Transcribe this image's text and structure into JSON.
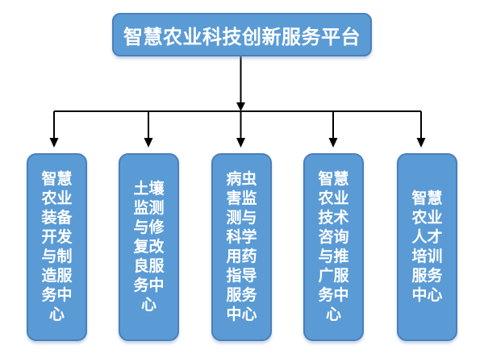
{
  "diagram": {
    "type": "org-chart",
    "root": {
      "label": "智慧农业科技创新服务平台"
    },
    "branches": [
      {
        "label": "智慧\n农业\n装备\n开发\n与制\n造服\n务中\n心",
        "text": "智慧农业装备开发与制造服务中心"
      },
      {
        "label": "土壤\n监测\n与修\n复改\n良服\n务中\n心",
        "text": "土壤监测与修复改良服务中心"
      },
      {
        "label": "病虫\n害监\n测与\n科学\n用药\n指导\n服务\n中心",
        "text": "病虫害监测与科学用药指导服务中心"
      },
      {
        "label": "智慧\n农业\n技术\n咨询\n与推\n广服\n务中\n心",
        "text": "智慧农业技术咨询与推广服务中心"
      },
      {
        "label": "智慧\n农业\n人才\n培训\n服务\n中心",
        "text": "智慧农业人才培训服务中心"
      }
    ],
    "colors": {
      "node_fill": "#5b9bd5",
      "node_border": "#4a7fba",
      "node_text": "#ffffff",
      "connector": "#000000",
      "background": "#ffffff"
    }
  }
}
